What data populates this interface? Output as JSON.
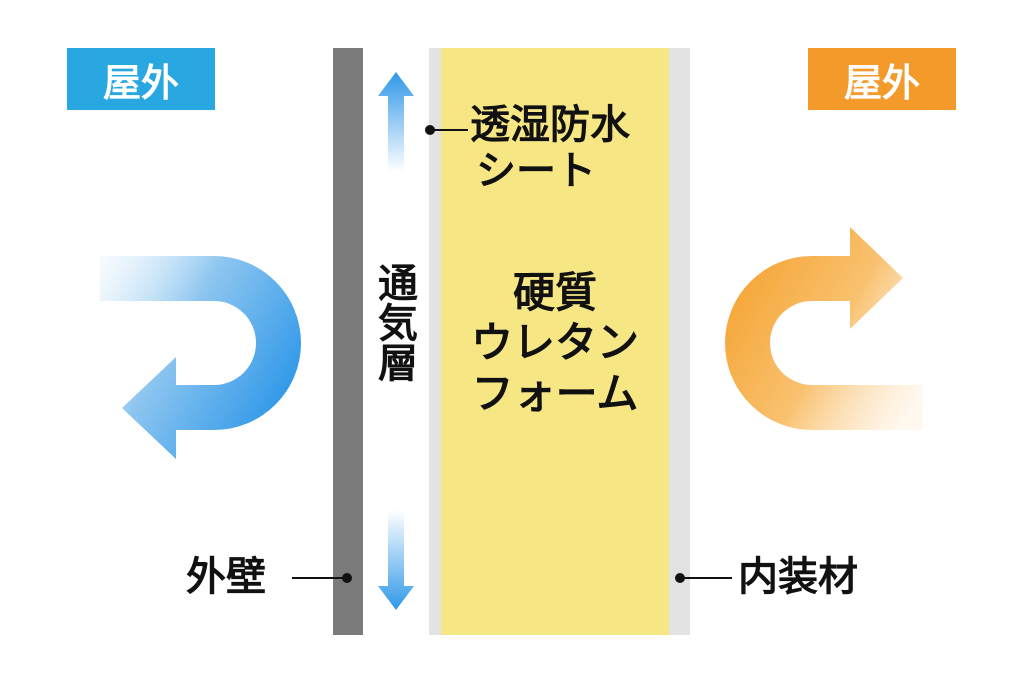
{
  "outdoor_left": {
    "label": "屋外",
    "color": "#29a7e1"
  },
  "outdoor_right": {
    "label": "屋外",
    "color": "#f39a2b"
  },
  "layers": {
    "sheet": {
      "label_line1": "透湿防水",
      "label_line2": "シート"
    },
    "air_layer": {
      "label": "通気層"
    },
    "insulation": {
      "line1": "硬質",
      "line2": "ウレタン",
      "line3": "フォーム",
      "color": "#f7e684"
    },
    "exterior_wall": {
      "label": "外壁",
      "color": "#7b7b7b"
    },
    "interior_finish": {
      "label": "内装材"
    }
  },
  "icons": [
    "u-turn-arrow-left-blue",
    "u-turn-arrow-right-orange",
    "airflow-up-arrow",
    "airflow-down-arrow"
  ]
}
